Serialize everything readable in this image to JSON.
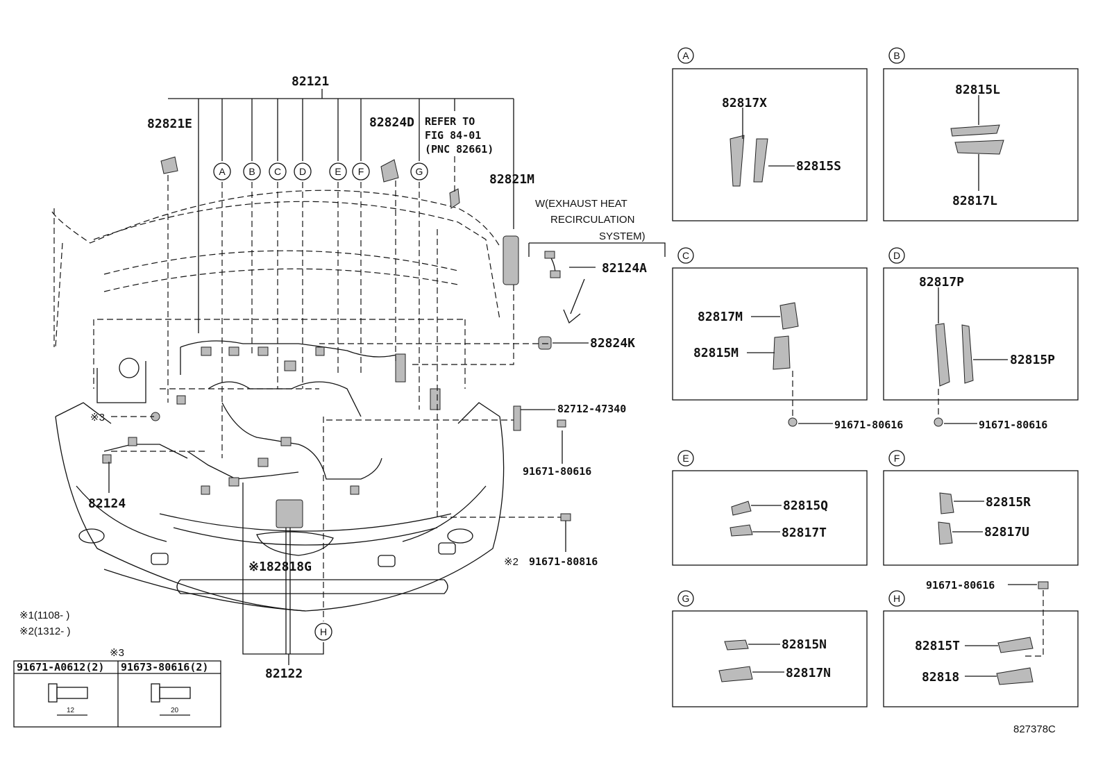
{
  "main": {
    "harness_top": "82121",
    "harness_bottom": "82122",
    "clip_left_top": "82821E",
    "clip_mid": "82824D",
    "refer_line1": "REFER TO",
    "refer_line2": "FIG 84-01",
    "refer_line3": "(PNC 82661)",
    "clip_82821m": "82821M",
    "w_line1": "W(EXHAUST HEAT",
    "w_line2": "RECIRCULATION",
    "w_line3": "SYSTEM)",
    "part_82124a": "82124A",
    "part_82824k": "82824K",
    "bracket": "82712-47340",
    "bolt_mid": "91671-80616",
    "bolt_816": "91671-80816",
    "mark2": "※2",
    "mark3": "※3",
    "part_82124": "82124",
    "part_82818g": "※182818G",
    "circles": [
      "A",
      "B",
      "C",
      "D",
      "E",
      "F",
      "G",
      "H"
    ]
  },
  "notes": {
    "note1": "※1(1108-      )",
    "note2": "※2(1312-      )",
    "table_title": "※3",
    "col1": "91671-A0612(2)",
    "col2": "91673-80616(2)",
    "dim1": "12",
    "dim2": "20"
  },
  "details": {
    "A": {
      "parts": [
        "82817X",
        "82815S"
      ]
    },
    "B": {
      "parts": [
        "82815L",
        "82817L"
      ]
    },
    "C": {
      "parts": [
        "82817M",
        "82815M"
      ],
      "bolt": "91671-80616"
    },
    "D": {
      "parts": [
        "82817P",
        "82815P"
      ],
      "bolt": "91671-80616"
    },
    "E": {
      "parts": [
        "82815Q",
        "82817T"
      ]
    },
    "F": {
      "parts": [
        "82815R",
        "82817U"
      ]
    },
    "G": {
      "parts": [
        "82815N",
        "82817N"
      ]
    },
    "H": {
      "parts": [
        "82815T",
        "82818"
      ],
      "bolt": "91671-80616"
    }
  },
  "figure_id": "827378C"
}
